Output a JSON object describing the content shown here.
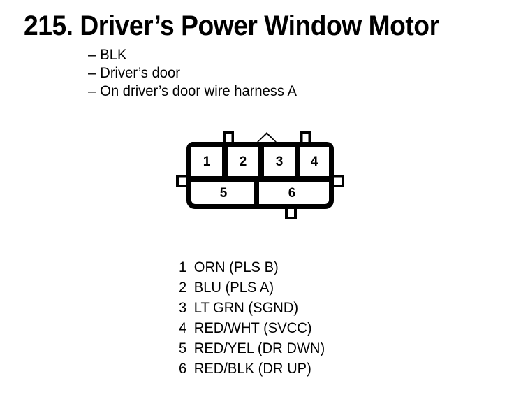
{
  "title": "215. Driver’s Power Window Motor",
  "notes": {
    "dash": "–",
    "items": [
      "BLK",
      "Driver’s door",
      "On driver’s door wire harness A"
    ]
  },
  "connector": {
    "top_row_pins": [
      "1",
      "2",
      "3",
      "4"
    ],
    "bottom_row_pins": [
      "5",
      "6"
    ],
    "outline_color": "#000000"
  },
  "legend": {
    "rows": [
      {
        "pin": "1",
        "label": "ORN (PLS B)"
      },
      {
        "pin": "2",
        "label": "BLU (PLS A)"
      },
      {
        "pin": "3",
        "label": "LT GRN (SGND)"
      },
      {
        "pin": "4",
        "label": "RED/WHT (SVCC)"
      },
      {
        "pin": "5",
        "label": "RED/YEL (DR DWN)"
      },
      {
        "pin": "6",
        "label": "RED/BLK (DR UP)"
      }
    ]
  }
}
